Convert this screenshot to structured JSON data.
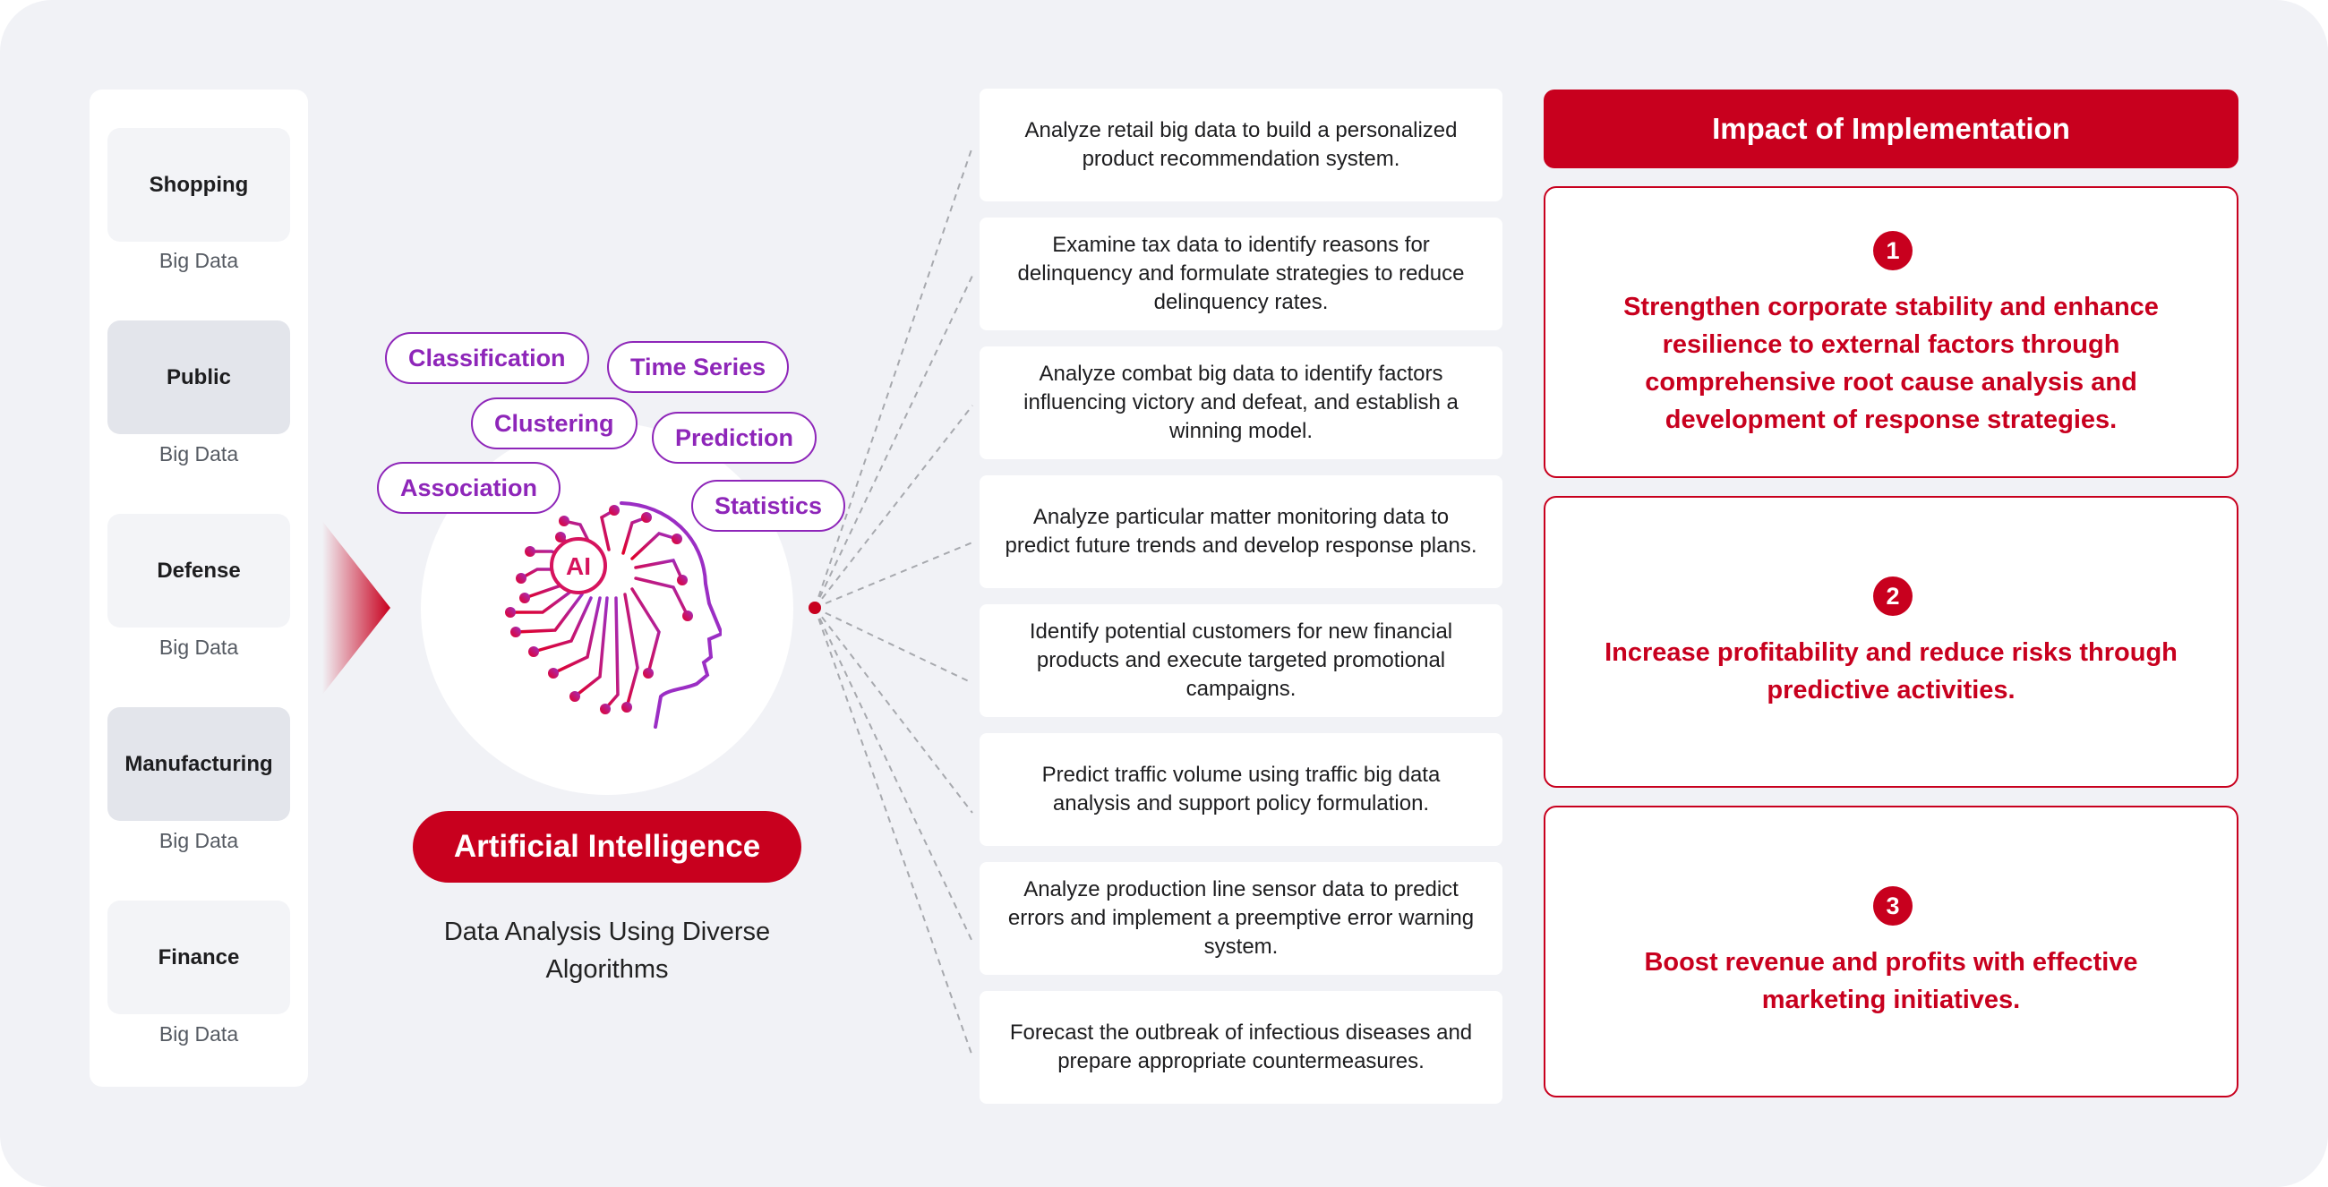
{
  "sources": {
    "items": [
      {
        "name": "Shopping",
        "sub": "Big Data"
      },
      {
        "name": "Public",
        "sub": "Big Data"
      },
      {
        "name": "Defense",
        "sub": "Big Data"
      },
      {
        "name": "Manufacturing",
        "sub": "Big Data"
      },
      {
        "name": "Finance",
        "sub": "Big Data"
      }
    ]
  },
  "ai": {
    "badge": "AI",
    "algorithms": [
      "Classification",
      "Time Series",
      "Clustering",
      "Prediction",
      "Association",
      "Statistics"
    ],
    "title": "Artificial Intelligence",
    "subtitle": "Data Analysis Using Diverse Algorithms"
  },
  "use_cases": [
    "Analyze retail big data to build a personalized product recommendation system.",
    "Examine tax data to identify reasons for delinquency and formulate strategies to reduce delinquency rates.",
    "Analyze combat big data to identify factors influencing victory and defeat, and establish a winning model.",
    "Analyze particular matter monitoring data to predict future trends and develop response plans.",
    "Identify potential customers for new financial products and execute targeted promotional campaigns.",
    "Predict traffic volume using traffic big data analysis and support policy formulation.",
    "Analyze production line sensor data to predict errors and implement a preemptive error warning system.",
    "Forecast the outbreak of infectious diseases and prepare appropriate countermeasures."
  ],
  "impact": {
    "header": "Impact of Implementation",
    "items": [
      {
        "num": "1",
        "text": "Strengthen corporate stability and enhance resilience to external factors through comprehensive root cause analysis and development of response strategies."
      },
      {
        "num": "2",
        "text": "Increase profitability and reduce risks through predictive activities."
      },
      {
        "num": "3",
        "text": "Boost revenue and profits with effective marketing initiatives."
      }
    ]
  },
  "colors": {
    "accent_red": "#c8001e",
    "accent_purple": "#8e26b9",
    "background": "#f1f2f6"
  }
}
